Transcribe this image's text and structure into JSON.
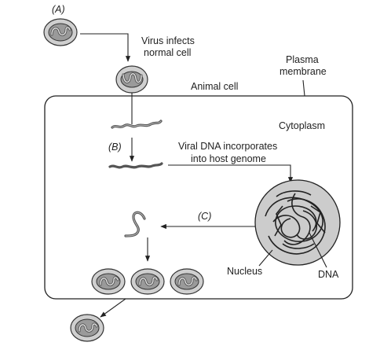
{
  "labels": {
    "step_a": "(A)",
    "step_b": "(B)",
    "step_c": "(C)",
    "virus_infects": "Virus infects",
    "normal_cell": "normal cell",
    "plasma": "Plasma",
    "membrane": "membrane",
    "animal_cell": "Animal cell",
    "cytoplasm": "Cytoplasm",
    "viral_dna_line1": "Viral DNA incorporates",
    "viral_dna_line2": "into host genome",
    "nucleus": "Nucleus",
    "dna": "DNA"
  }
}
